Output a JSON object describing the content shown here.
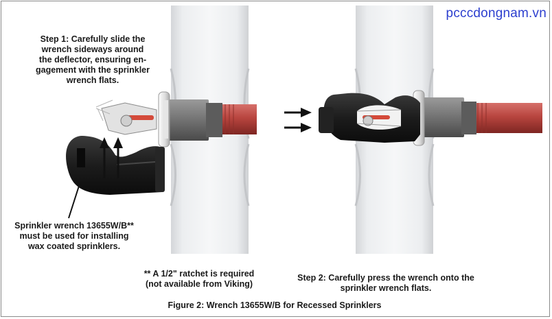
{
  "watermark": "pcccdongnam.vn",
  "step1": {
    "lines": [
      "Step 1: Carefully slide the",
      "wrench sideways around",
      "the deflector, ensuring en-",
      "gagement with the sprinkler",
      "wrench flats."
    ]
  },
  "wrench_note": {
    "lines": [
      "Sprinkler wrench 13655W/B**",
      "must be used for installing",
      "wax coated sprinklers."
    ]
  },
  "ratchet_note": {
    "lines": [
      "** A 1/2\" ratchet is required",
      "(not available from Viking)"
    ]
  },
  "step2": {
    "lines": [
      "Step 2: Carefully press the wrench onto the",
      "sprinkler wrench flats."
    ]
  },
  "caption": "Figure 2:  Wrench 13655W/B for Recessed Sprinklers",
  "colors": {
    "pipe_red": "#b8453f",
    "wrench_black": "#1c1c1c",
    "fitting_gray": "#6f6f6f",
    "watermark_blue": "#2d3fcf"
  }
}
